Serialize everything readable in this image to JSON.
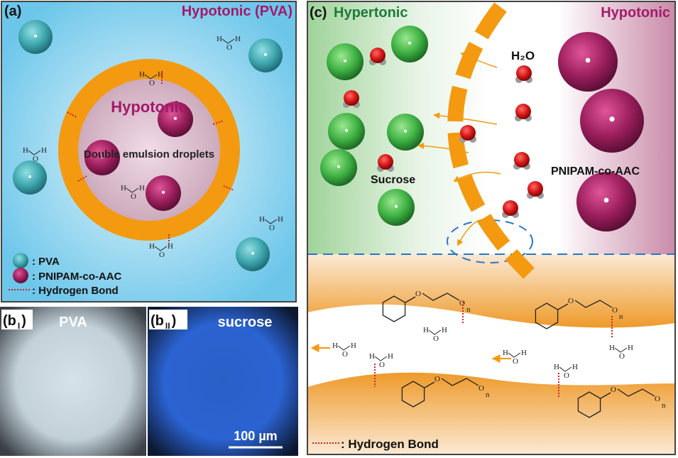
{
  "panel_a": {
    "label": "(a)",
    "title": "Hypotonic (PVA)",
    "inner_title": "Hypotonic",
    "droplet_label": "Double emulsion droplets",
    "legend": {
      "pva": ": PVA",
      "pnipam": ": PNIPAM-co-AAC",
      "hbond": ": Hydrogen Bond"
    }
  },
  "panel_b": {
    "left_label": "(b",
    "left_sub": "I",
    "left_close": ")",
    "left_title": "PVA",
    "right_label": "(b",
    "right_sub": "II",
    "right_close": ")",
    "right_title": "sucrose",
    "scale_bar": "100 µm"
  },
  "panel_c": {
    "label": "(c)",
    "left_title": "Hypertonic",
    "right_title": "Hypotonic",
    "water_label": "H₂O",
    "sucrose_label": "Sucrose",
    "pnipam_label": "PNIPAM-co-AAC",
    "legend_hbond": ": Hydrogen Bond"
  },
  "chem": {
    "h": "H",
    "o": "O",
    "n": "n"
  },
  "colors": {
    "pva": "#4db6be",
    "pnipam": "#a3225f",
    "sucrose": "#4cb848",
    "water": "#d81e1e",
    "shell": "#f39a10",
    "hbond": "#cc2222",
    "accent_magenta": "#a31a6a",
    "accent_green": "#1f7a3a"
  }
}
